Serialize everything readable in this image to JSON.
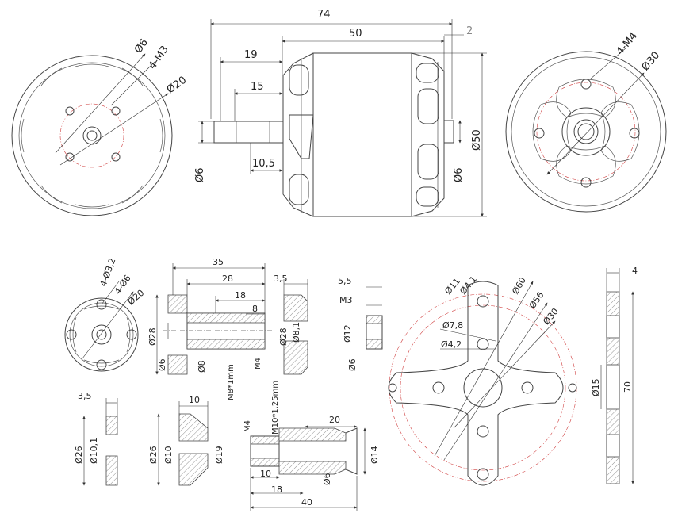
{
  "top": {
    "left_view": {
      "d1": "Ø6",
      "d2": "4-M3",
      "d3": "Ø20"
    },
    "side": {
      "len_total": "74",
      "len_body": "50",
      "len_gap": "2",
      "shaft_19": "19",
      "shaft_15": "15",
      "shaft_10_5": "10,5",
      "d_shaft": "Ø6",
      "d_shaft_r": "Ø6",
      "d_body": "Ø50"
    },
    "right_view": {
      "holes": "4-M4",
      "d": "Ø30"
    }
  },
  "bottom": {
    "flange_view": {
      "holes": "4-Ø3,2",
      "d1": "4-Ø6",
      "d2": "Ø20"
    },
    "prop_adapter": {
      "l35": "35",
      "l28": "28",
      "l18": "18",
      "l8": "8",
      "d28": "Ø28",
      "d6": "Ø6",
      "d8": "Ø8",
      "m4": "M4",
      "thread": "M8*1mm"
    },
    "washer": {
      "t": "3,5",
      "d28": "Ø28",
      "d8": "Ø8,1"
    },
    "nut": {
      "t": "5,5",
      "m3": "M3",
      "d12": "Ø12",
      "d6": "Ø6"
    },
    "cross_mount": {
      "d11": "Ø11",
      "d4_1": "Ø4,1",
      "d60": "Ø60",
      "d56": "Ø56",
      "d7_8": "Ø7,8",
      "d30": "Ø30",
      "d4_2": "Ø4,2"
    },
    "side_plate": {
      "t": "4",
      "d15": "Ø15",
      "l70": "70"
    },
    "spacer_a": {
      "t": "3,5",
      "d26": "Ø26",
      "d10": "Ø10,1"
    },
    "spacer_b": {
      "t": "10",
      "d26": "Ø26",
      "d10": "Ø10",
      "d19": "Ø19"
    },
    "collet": {
      "m4": "M4",
      "thread": "M10*1.25mm",
      "l20": "20",
      "d14": "Ø14",
      "l10": "10",
      "d6": "Ø6",
      "l18": "18",
      "l40": "40"
    }
  }
}
